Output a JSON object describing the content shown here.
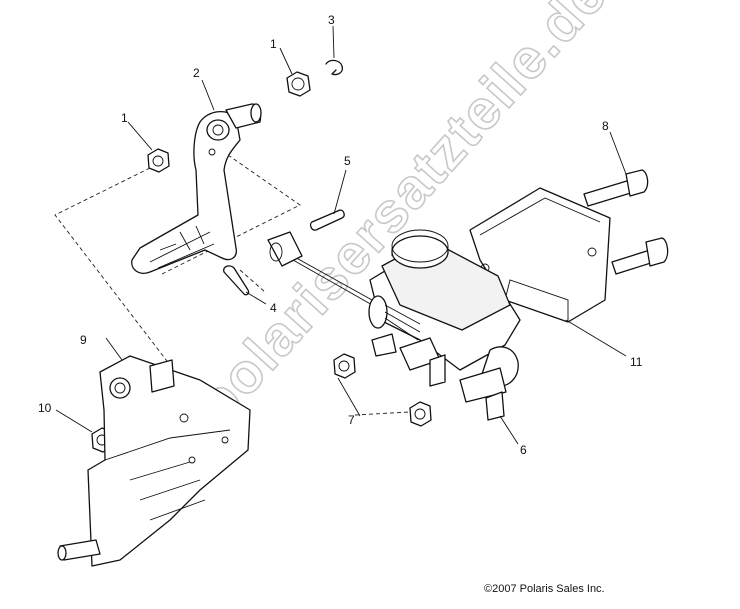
{
  "diagram": {
    "callouts": {
      "c1a": "1",
      "c1b": "1",
      "c2": "2",
      "c3": "3",
      "c4": "4",
      "c5": "5",
      "c6": "6",
      "c7": "7",
      "c8": "8",
      "c9": "9",
      "c10": "10",
      "c11": "11"
    },
    "watermark": "www.polarisersatzteile.de",
    "copyright": "©2007 Polaris Sales Inc."
  }
}
